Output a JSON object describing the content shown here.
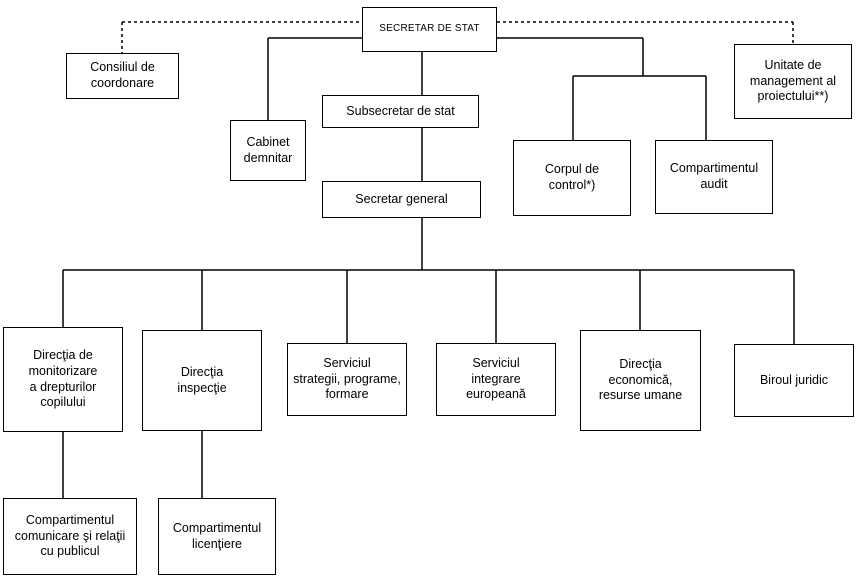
{
  "org_chart": {
    "secretar_de_stat": "SECRETAR DE STAT",
    "consiliul_de_coordonare": "Consiliul de\ncoordonare",
    "unitate_management": "Unitate de\nmanagement al\nproiectului**)",
    "subsecretar_de_stat": "Subsecretar de stat",
    "cabinet_demnitar": "Cabinet\ndemnitar",
    "corpul_de_control": "Corpul de\ncontrol*)",
    "compartimentul_audit": "Compartimentul\naudit",
    "secretar_general": "Secretar general",
    "directia_monitorizare": "Direcţia de\nmonitorizare\na drepturilor\ncopilului",
    "directia_inspectie": "Direcţia\ninspecţie",
    "serviciul_strategii": "Serviciul\nstrategii, programe,\nformare",
    "serviciul_integrare": "Serviciul\nintegrare europeană",
    "directia_economica": "Direcţia\neconomică,\nresurse umane",
    "biroul_juridic": "Biroul juridic",
    "compartimentul_comunicare": "Compartimentul\ncomunicare şi relaţii\ncu publicul",
    "compartimentul_licentiere": "Compartimentul\nlicenţiere"
  }
}
